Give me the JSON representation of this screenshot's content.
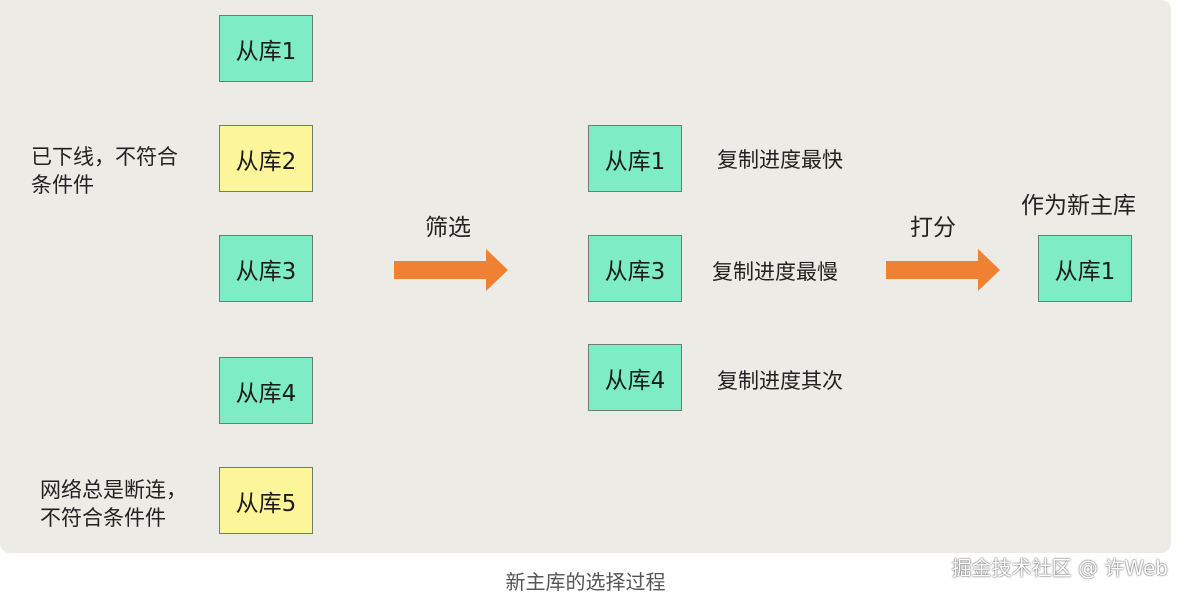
{
  "left_column": {
    "nodes": [
      "从库1",
      "从库2",
      "从库3",
      "从库4",
      "从库5"
    ],
    "notes": {
      "n2": "已下线，不符合\n条件件",
      "n5": "网络总是断连，\n不符合条件件"
    }
  },
  "filter_step": {
    "label": "筛选"
  },
  "middle_column": {
    "nodes": [
      "从库1",
      "从库3",
      "从库4"
    ],
    "labels": [
      "复制进度最快",
      "复制进度最慢",
      "复制进度其次"
    ]
  },
  "score_step": {
    "label": "打分"
  },
  "result": {
    "title": "作为新主库",
    "node": "从库1"
  },
  "colors": {
    "background": "#ecebe5",
    "eligible": "#7eecc4",
    "excluded": "#fdf59a",
    "arrow": "#f08133"
  },
  "caption": "新主库的选择过程",
  "watermark": "掘金技术社区 @ 许Web"
}
